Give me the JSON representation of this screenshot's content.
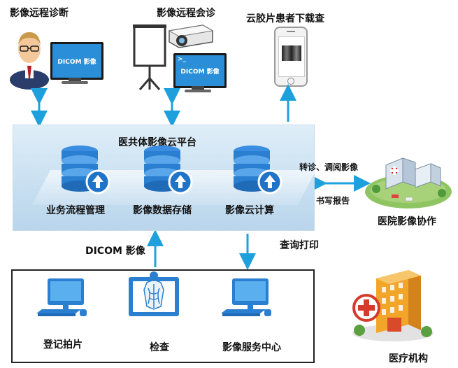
{
  "top": {
    "remote_diagnosis": "影像远程诊断",
    "remote_consult": "影像远程会诊",
    "cloud_film": "云胶片患者下载查",
    "dicom_screen_1": "DICOM 影像",
    "dicom_screen_2": "DICOM 影像"
  },
  "platform": {
    "title": "医共体影像云平台",
    "modules": [
      "业务流程管理",
      "影像数据存储",
      "影像云计算"
    ]
  },
  "right": {
    "transfer_label": "转诊、调阅影像",
    "report_label": "书写报告",
    "hospital_collab": "医院影像协作",
    "medical_institution": "医疗机构"
  },
  "middle": {
    "dicom_label": "DICOM 影像",
    "query_print": "查询打印"
  },
  "process": {
    "steps": [
      "登记拍片",
      "检查",
      "影像服务中心"
    ]
  },
  "colors": {
    "arrow": "#1ea0dc",
    "db_blue": "#2b7fd0",
    "panel": "#cfe3f3"
  }
}
